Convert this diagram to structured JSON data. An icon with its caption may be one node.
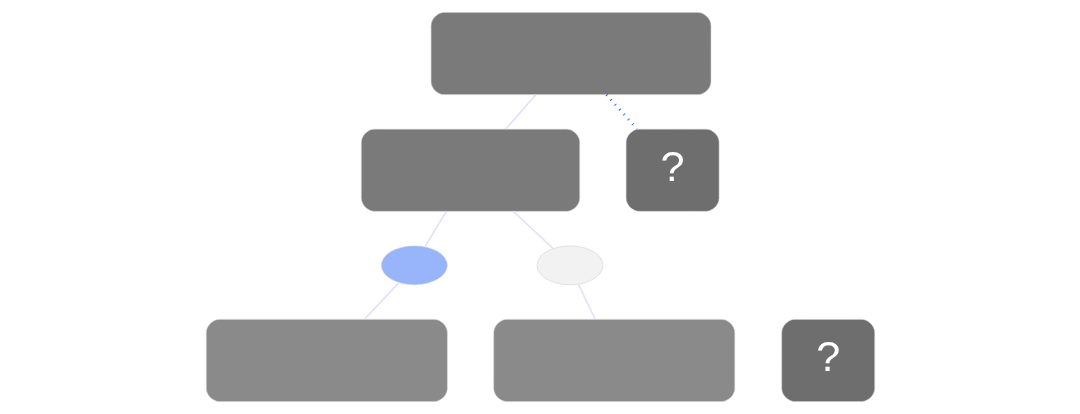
{
  "diagram": {
    "nodes": [
      {
        "text": [],
        "shape": "box"
      },
      {
        "text": [],
        "shape": "box"
      },
      {
        "text": [
          "?"
        ]
      },
      {
        "text": [],
        "shape": "oval"
      },
      {
        "text": [],
        "shape": "oval"
      },
      {
        "text": [],
        "shape": "box"
      },
      {
        "text": [],
        "shape": "box"
      },
      {
        "text": [
          "?"
        ]
      }
    ],
    "edges": [
      {
        "from": 0,
        "to": 1,
        "arrow": "none"
      },
      {
        "from": 0,
        "to": 2,
        "arrow": "none",
        "style": "dashed",
        "color": "#3b6cf6"
      },
      {
        "from": 1,
        "to": 3,
        "arrow": "none"
      },
      {
        "from": 1,
        "to": 4,
        "arrow": "none"
      },
      {
        "from": 3,
        "to": 5,
        "arrow": "none"
      },
      {
        "from": 4,
        "to": 6,
        "arrow": "none"
      }
    ]
  }
}
